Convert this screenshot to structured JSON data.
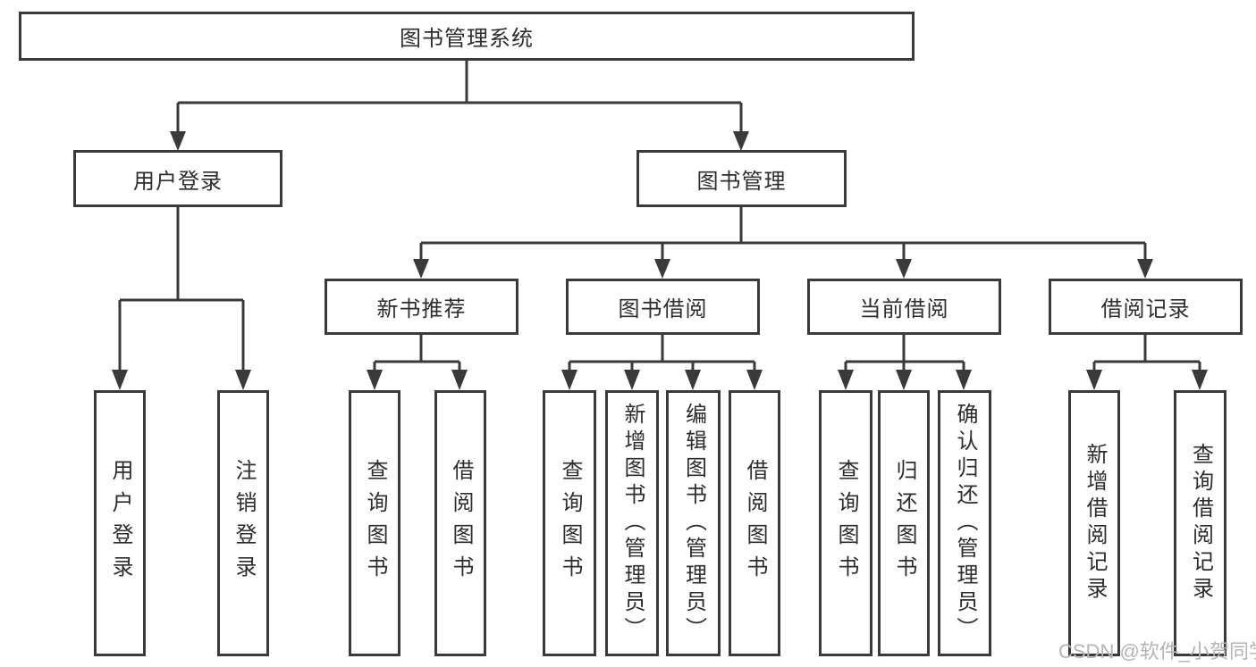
{
  "diagram": {
    "root": {
      "label": "图书管理系统",
      "children": [
        {
          "label": "用户登录",
          "children": [
            {
              "label": "用户登录"
            },
            {
              "label": "注销登录"
            }
          ]
        },
        {
          "label": "图书管理",
          "children": [
            {
              "label": "新书推荐",
              "children": [
                {
                  "label": "查询图书"
                },
                {
                  "label": "借阅图书"
                }
              ]
            },
            {
              "label": "图书借阅",
              "children": [
                {
                  "label": "查询图书"
                },
                {
                  "label": "新增图书（管理员）"
                },
                {
                  "label": "编辑图书（管理员）"
                },
                {
                  "label": "借阅图书"
                }
              ]
            },
            {
              "label": "当前借阅",
              "children": [
                {
                  "label": "查询图书"
                },
                {
                  "label": "归还图书"
                },
                {
                  "label": "确认归还（管理员）"
                }
              ]
            },
            {
              "label": "借阅记录",
              "children": [
                {
                  "label": "新增借阅记录"
                },
                {
                  "label": "查询借阅记录"
                }
              ]
            }
          ]
        }
      ]
    }
  },
  "watermark": {
    "text": "CSDN @软件_小贺同学"
  },
  "colors": {
    "line": "#3a3a3a",
    "text": "#2d2d2d",
    "box_fill": "#ffffff",
    "watermark": "#b4b4b4",
    "background": "#ffffff"
  }
}
